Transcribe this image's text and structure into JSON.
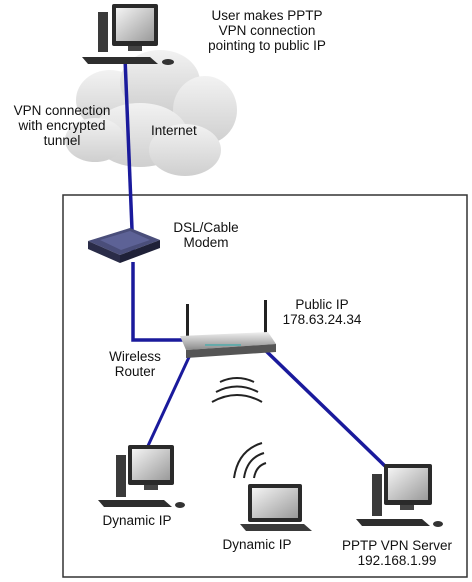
{
  "top_note": [
    "User makes PPTP",
    "VPN connection",
    "pointing to public IP"
  ],
  "vpn_note": [
    "VPN connection",
    "with encrypted",
    "tunnel"
  ],
  "internet": "Internet",
  "modem": [
    "DSL/Cable",
    "Modem"
  ],
  "public_ip": [
    "Public IP",
    "178.63.24.34"
  ],
  "router": [
    "Wireless",
    "Router"
  ],
  "client1": "Dynamic IP",
  "client2": "Dynamic IP",
  "server": [
    "PPTP VPN Server",
    "192.168.1.99"
  ],
  "colors": {
    "link": "#1a1a9c",
    "cloud": "#dcdcdc",
    "border": "#333333"
  }
}
